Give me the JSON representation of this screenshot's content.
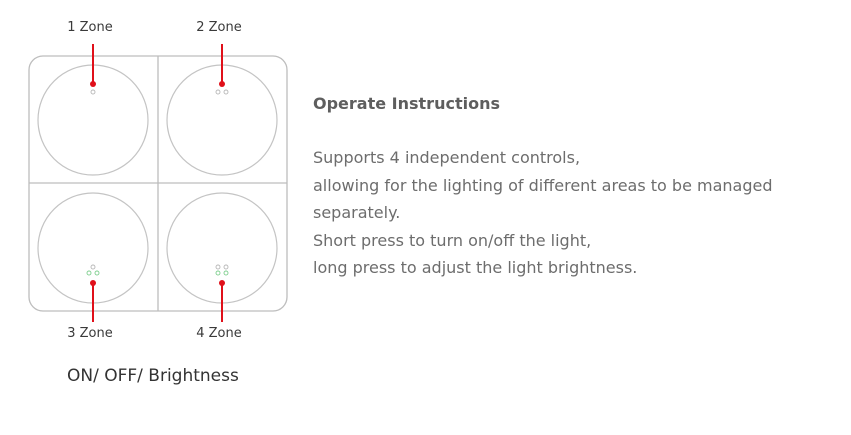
{
  "zones": [
    {
      "label": "1 Zone",
      "led_count": 1
    },
    {
      "label": "2 Zone",
      "led_count": 2
    },
    {
      "label": "3 Zone",
      "led_count": 3
    },
    {
      "label": "4 Zone",
      "led_count": 4
    }
  ],
  "caption": "ON/ OFF/ Brightness",
  "instructions": {
    "title": "Operate Instructions",
    "lines": [
      "Supports 4 independent controls,",
      "allowing for the lighting of different areas to be managed",
      "separately.",
      "Short press to turn on/off the light,",
      "long press to adjust the light brightness."
    ]
  },
  "colors": {
    "pointer": "#e0101a",
    "panel_border": "#bdbdbd",
    "led_on": "#7fcf8f",
    "led_off": "#b8b8b8"
  }
}
